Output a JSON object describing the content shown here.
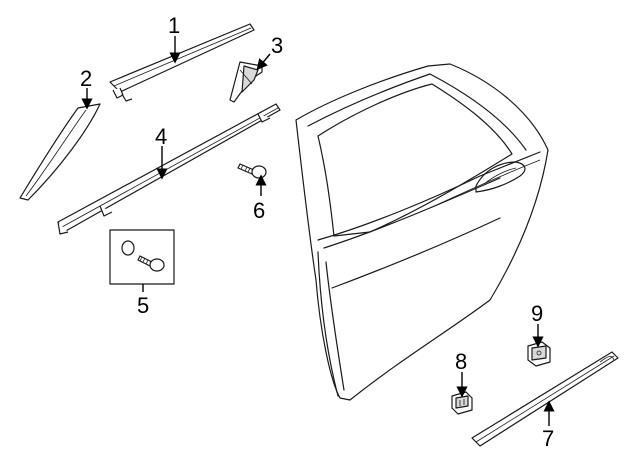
{
  "callouts": [
    {
      "id": "1",
      "text": "1"
    },
    {
      "id": "2",
      "text": "2"
    },
    {
      "id": "3",
      "text": "3"
    },
    {
      "id": "4",
      "text": "4"
    },
    {
      "id": "5",
      "text": "5"
    },
    {
      "id": "6",
      "text": "6"
    },
    {
      "id": "7",
      "text": "7"
    },
    {
      "id": "8",
      "text": "8"
    },
    {
      "id": "9",
      "text": "9"
    }
  ],
  "colors": {
    "line": "#1a1a1a",
    "background": "#ffffff",
    "shade": "#d9d9d9"
  }
}
